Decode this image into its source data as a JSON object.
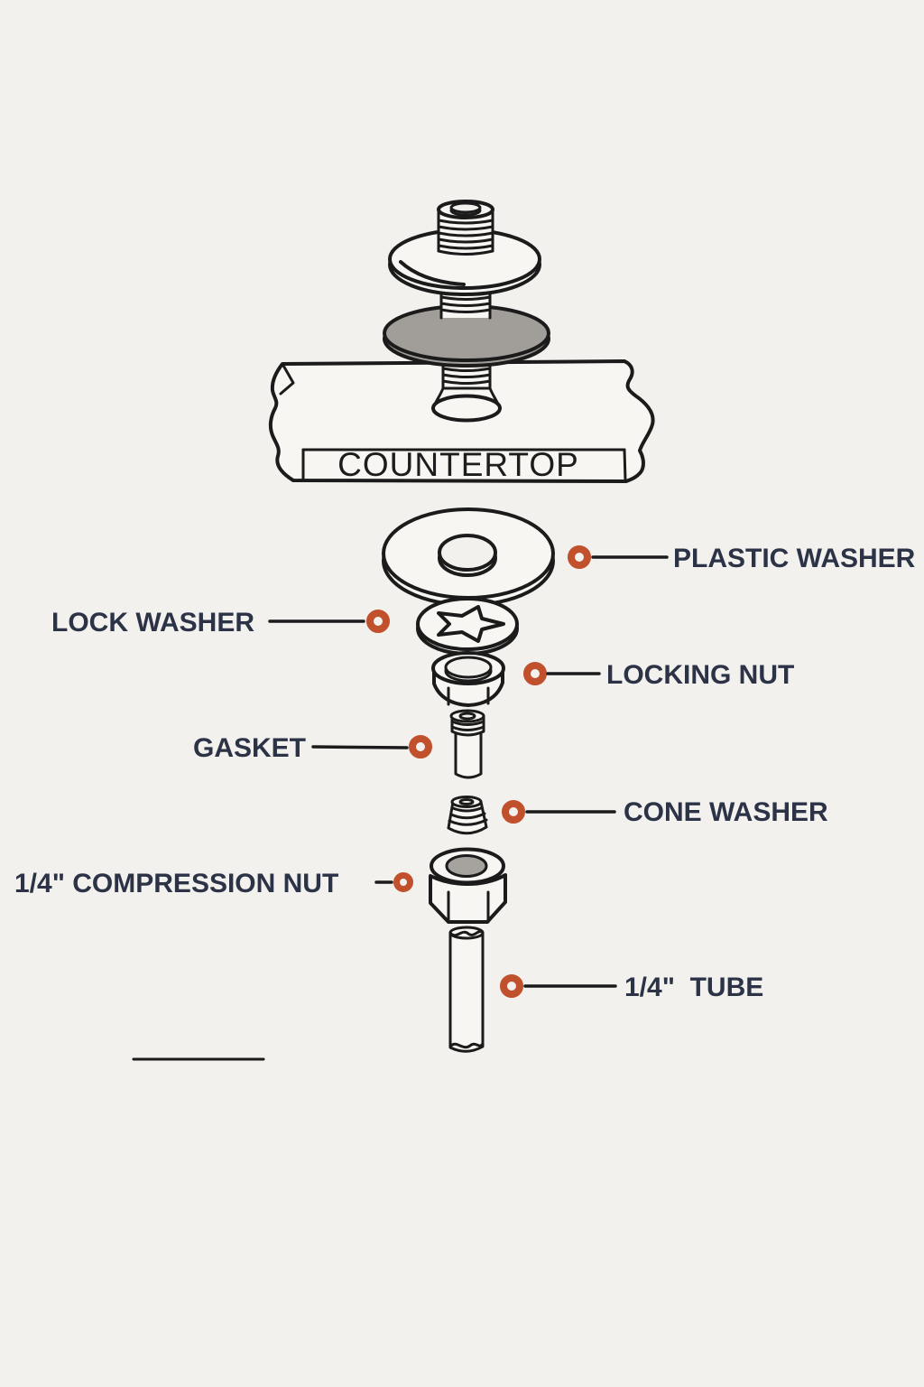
{
  "colors": {
    "background": "#f3f1ee",
    "line": "#1b1b1b",
    "part_fill": "#f8f6f2",
    "label_text": "#2c3347",
    "countertop_text": "#1d1d1d",
    "accent": "#c1502c",
    "gasket_gray": "#a19e99",
    "nut_inner_gray": "#a6a29e"
  },
  "diagram": {
    "type": "exploded-assembly",
    "countertop": "COUNTERTOP",
    "callouts": [
      {
        "part": "plastic-washer",
        "label": "PLASTIC WASHER",
        "label_side": "right"
      },
      {
        "part": "lock-washer",
        "label": "LOCK WASHER",
        "label_side": "left"
      },
      {
        "part": "locking-nut",
        "label": "LOCKING NUT",
        "label_side": "right"
      },
      {
        "part": "gasket",
        "label": "GASKET",
        "label_side": "left"
      },
      {
        "part": "cone-washer",
        "label": "CONE WASHER",
        "label_side": "right"
      },
      {
        "part": "compression-nut",
        "label": "1/4\" COMPRESSION NUT",
        "label_side": "left"
      },
      {
        "part": "tube",
        "label": "1/4\"  TUBE",
        "label_side": "right"
      }
    ]
  }
}
